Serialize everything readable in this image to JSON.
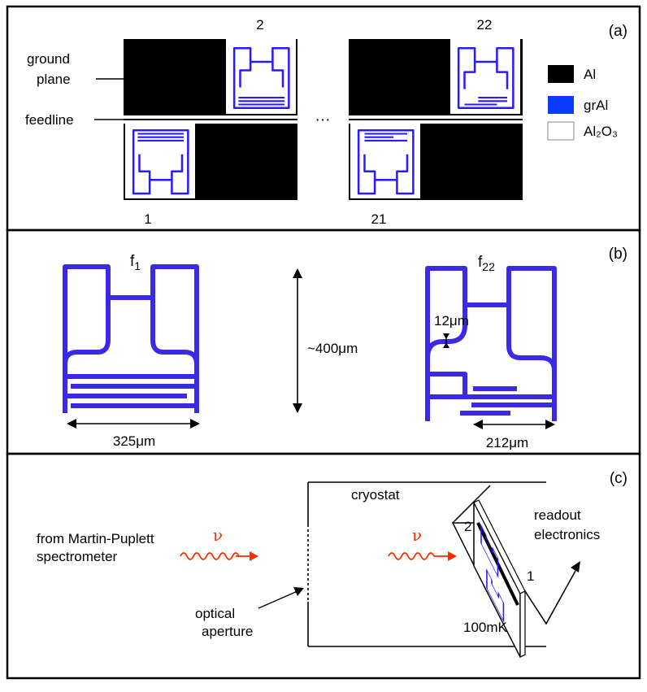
{
  "panels": {
    "a": {
      "label": "(a)",
      "resonator_numbers": [
        "2",
        "22",
        "1",
        "21"
      ],
      "ground_plane_label_line1": "ground",
      "ground_plane_label_line2": "plane",
      "feedline_label": "feedline",
      "ellipsis": "···",
      "legend": [
        {
          "label": "Al",
          "color": "#000000"
        },
        {
          "label": "grAl",
          "color": "#0a3cff"
        },
        {
          "label": "Al₂O₃",
          "color": "#ffffff"
        }
      ]
    },
    "b": {
      "label": "(b)",
      "f1_base": "f",
      "f1_sub": "1",
      "f22_base": "f",
      "f22_sub": "22",
      "height_label": "~400μm",
      "gap_label": "12μm",
      "width1_label": "325μm",
      "width22_label": "212μm"
    },
    "c": {
      "label": "(c)",
      "cryostat_label": "cryostat",
      "source_line1": "from Martin-Puplett",
      "source_line2": "spectrometer",
      "nu_symbol": "ν",
      "aperture_line1": "optical",
      "aperture_line2": "aperture",
      "readout_line1": "readout",
      "readout_line2": "electronics",
      "temperature_label": "100mK",
      "port1": "1",
      "port2": "2"
    }
  },
  "colors": {
    "resonator": "#3a2ae8",
    "wave": "#ff2a00",
    "aluminium": "#000000"
  }
}
